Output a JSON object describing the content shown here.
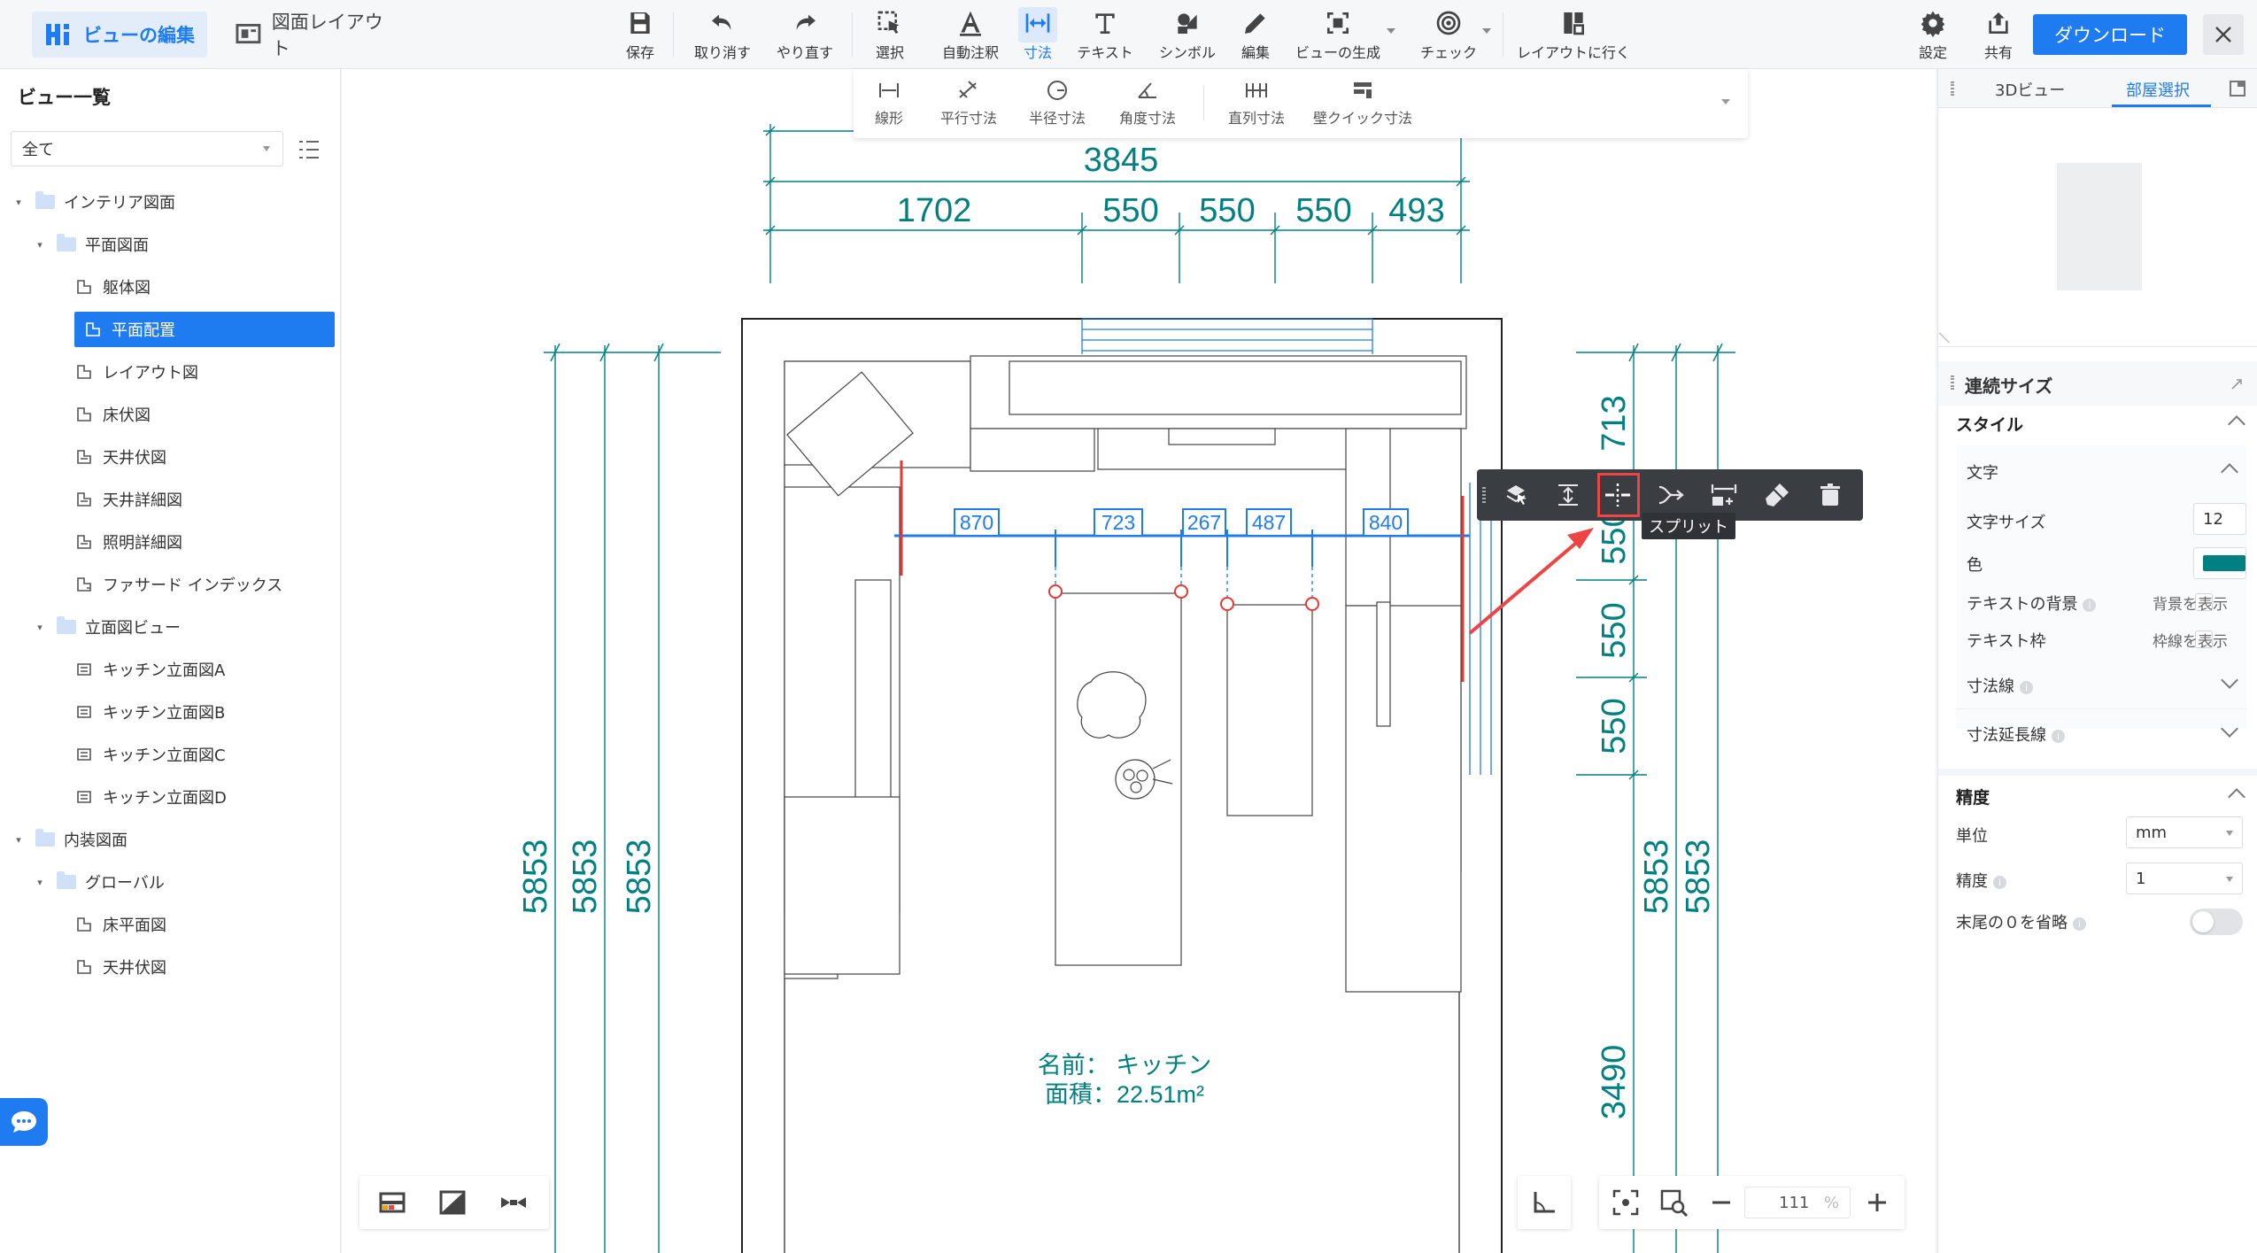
{
  "header": {
    "mode_active": "ビューの編集",
    "mode_other": "図面レイアウト",
    "tools": [
      {
        "key": "save",
        "label": "保存"
      },
      {
        "key": "undo",
        "label": "取り消す"
      },
      {
        "key": "redo",
        "label": "やり直す"
      },
      {
        "key": "select",
        "label": "選択"
      },
      {
        "key": "auto_annotate",
        "label": "自動注釈"
      },
      {
        "key": "dimension",
        "label": "寸法"
      },
      {
        "key": "text",
        "label": "テキスト"
      },
      {
        "key": "symbol",
        "label": "シンボル"
      },
      {
        "key": "edit",
        "label": "編集"
      },
      {
        "key": "generate_view",
        "label": "ビューの生成"
      },
      {
        "key": "check",
        "label": "チェック"
      },
      {
        "key": "go_layout",
        "label": "レイアウトに行く"
      }
    ],
    "settings_label": "設定",
    "share_label": "共有",
    "download_label": "ダウンロード"
  },
  "dimension_subtools": [
    "線形",
    "平行寸法",
    "半径寸法",
    "角度寸法",
    "直列寸法",
    "壁クイック寸法"
  ],
  "sidebar": {
    "title": "ビュー一覧",
    "filter_value": "全て",
    "tree": [
      {
        "level": 0,
        "type": "folder",
        "label": "インテリア図面",
        "expanded": true
      },
      {
        "level": 1,
        "type": "folder",
        "label": "平面図面",
        "expanded": true
      },
      {
        "level": 2,
        "type": "plan",
        "label": "躯体図"
      },
      {
        "level": 2,
        "type": "plan",
        "label": "平面配置",
        "selected": true
      },
      {
        "level": 2,
        "type": "plan",
        "label": "レイアウト図"
      },
      {
        "level": 2,
        "type": "plan",
        "label": "床伏図"
      },
      {
        "level": 2,
        "type": "ceiling",
        "label": "天井伏図"
      },
      {
        "level": 2,
        "type": "ceiling",
        "label": "天井詳細図"
      },
      {
        "level": 2,
        "type": "ceiling",
        "label": "照明詳細図"
      },
      {
        "level": 2,
        "type": "facade",
        "label": "ファサード インデックス"
      },
      {
        "level": 1,
        "type": "folder",
        "label": "立面図ビュー",
        "expanded": true
      },
      {
        "level": 2,
        "type": "elev",
        "label": "キッチン立面図A"
      },
      {
        "level": 2,
        "type": "elev",
        "label": "キッチン立面図B"
      },
      {
        "level": 2,
        "type": "elev",
        "label": "キッチン立面図C"
      },
      {
        "level": 2,
        "type": "elev",
        "label": "キッチン立面図D"
      },
      {
        "level": 0,
        "type": "folder",
        "label": "内装図面",
        "expanded": true
      },
      {
        "level": 1,
        "type": "folder",
        "label": "グローバル",
        "expanded": true
      },
      {
        "level": 2,
        "type": "plan",
        "label": "床平面図"
      },
      {
        "level": 2,
        "type": "plan",
        "label": "天井伏図"
      }
    ]
  },
  "drawing": {
    "top_dims": {
      "total": "3845",
      "segments": [
        "1702",
        "550",
        "550",
        "550",
        "493"
      ]
    },
    "left_dims": [
      "5853",
      "5853",
      "5853"
    ],
    "right_dims": {
      "outer": [
        "5853",
        "5853"
      ],
      "inner": [
        "713",
        "550",
        "550",
        "550",
        "3490"
      ]
    },
    "chain_dims": [
      "870",
      "723",
      "267",
      "487",
      "840"
    ],
    "room_name": "名前： キッチン",
    "room_area": "面積：22.51m²",
    "colors": {
      "dim": "#008080",
      "accent": "#1f7cf0",
      "highlight": "#e53935"
    }
  },
  "context_toolbar": {
    "buttons": [
      "select-move-icon",
      "height-dim-icon",
      "split-icon",
      "merge-icon",
      "spacing-icon",
      "style-brush-icon",
      "delete-icon"
    ],
    "tooltip": "スプリット"
  },
  "bottom_zoom": {
    "value": "111",
    "unit": "%"
  },
  "right_panel": {
    "tabs": [
      "3Dビュー",
      "部屋選択"
    ],
    "active_tab": "部屋選択",
    "section_title": "連続サイズ",
    "style_title": "スタイル",
    "text_group": "文字",
    "font_size_label": "文字サイズ",
    "font_size_value": "12",
    "color_label": "色",
    "color_value": "#008080",
    "text_bg_label": "テキストの背景",
    "text_bg_check": "背景を表示",
    "text_frame_label": "テキスト枠",
    "text_frame_check": "枠線を表示",
    "dim_line_label": "寸法線",
    "ext_line_label": "寸法延長線",
    "precision_title": "精度",
    "unit_label": "単位",
    "unit_value": "mm",
    "precision_label": "精度",
    "precision_value": "1",
    "trailing_zero_label": "末尾の０を省略"
  }
}
